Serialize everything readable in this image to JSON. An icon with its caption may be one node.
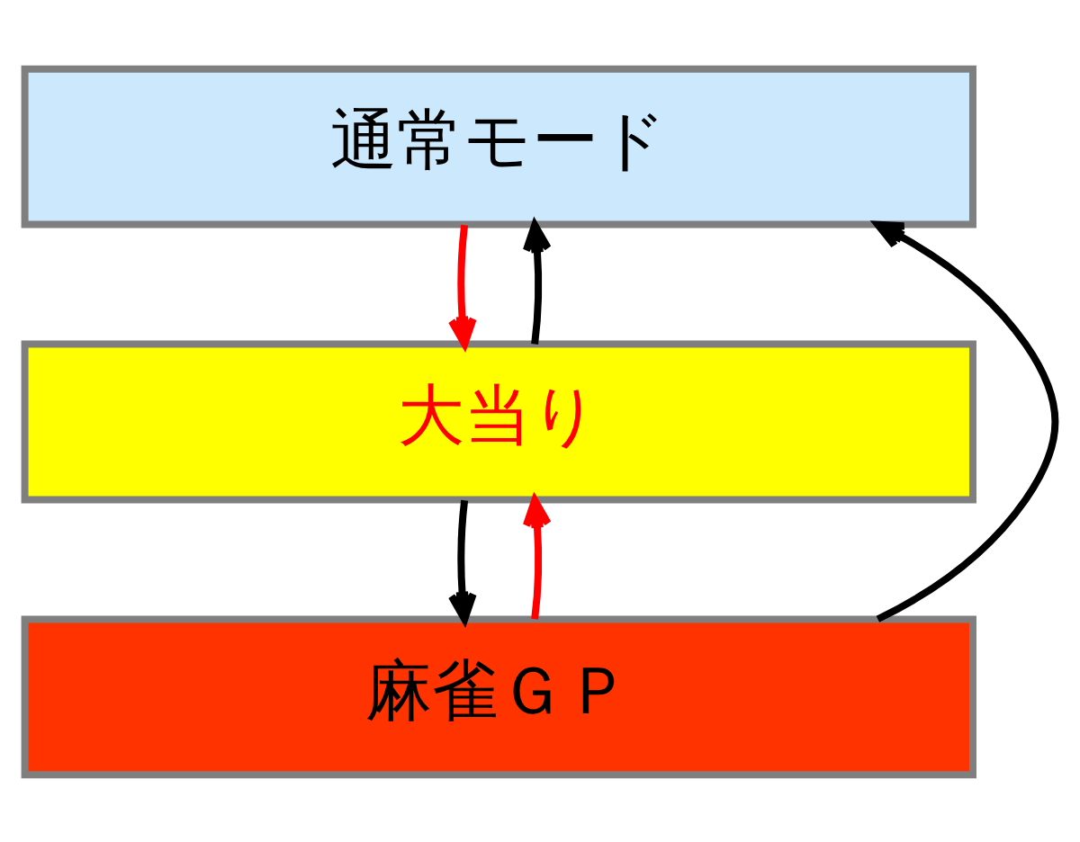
{
  "diagram": {
    "nodes": [
      {
        "text": [
          "通常モード"
        ]
      },
      {
        "text": [
          "大当り"
        ]
      },
      {
        "text": [
          "麻雀ＧＰ"
        ]
      }
    ],
    "edges": [
      {
        "from": 2,
        "to": 0,
        "arrow": "to"
      },
      {
        "from": 1,
        "to": 0,
        "arrow": "to"
      },
      {
        "from": 0,
        "to": 1,
        "arrow": "to",
        "color": "#ff0000"
      },
      {
        "from": 1,
        "to": 2,
        "arrow": "to"
      },
      {
        "from": 2,
        "to": 1,
        "arrow": "to",
        "color": "#ff0000"
      }
    ]
  }
}
